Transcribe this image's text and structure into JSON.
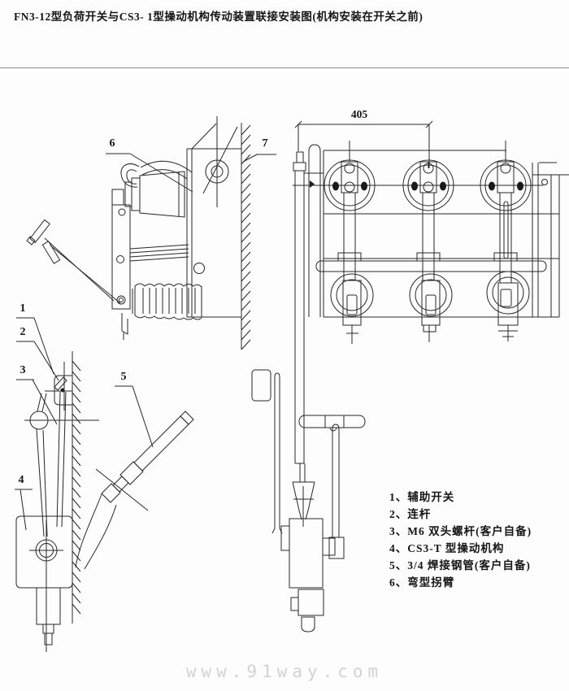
{
  "title": "FN3-12型负荷开关与CS3- 1型操动机构传动装置联接安装图(机构安装在开关之前)",
  "dimension": {
    "width_mm": "405"
  },
  "part_labels": {
    "n1": "1",
    "n2": "2",
    "n3": "3",
    "n4": "4",
    "n5": "5",
    "n6": "6",
    "n7": "7"
  },
  "legend": {
    "items": [
      "1、辅助开关",
      "2、连杆",
      "3、M6 双头螺杆(客户自备)",
      "4、CS3-T 型操动机构",
      "5、3/4 焊接钢管(客户自备)",
      "6、弯型拐臂"
    ]
  },
  "watermark": "www.91way.com",
  "colors": {
    "line": "#262626",
    "text": "#151515",
    "rule": "#8f8f8f",
    "watermark": "#d2d2d2"
  }
}
